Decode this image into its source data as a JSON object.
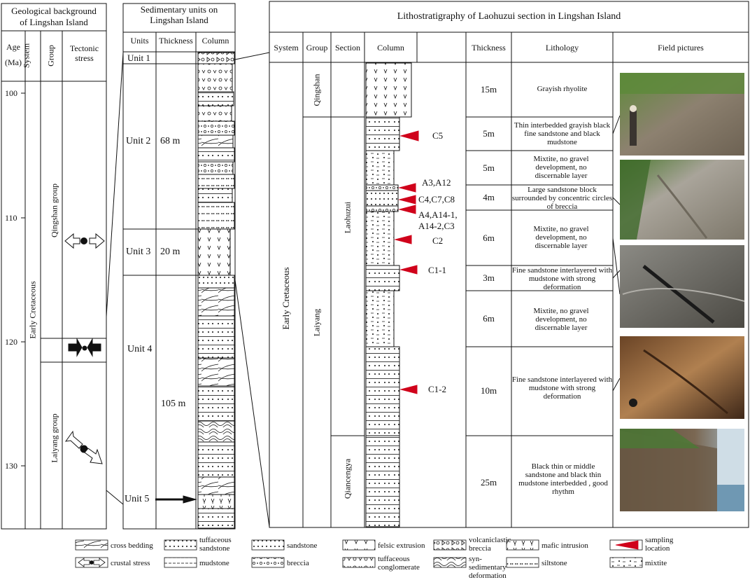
{
  "panel1": {
    "title_line1": "Geological background",
    "title_line2": "of Lingshan Island",
    "header": {
      "age": "Age",
      "age_unit": "(Ma)",
      "system": "System",
      "group": "Group",
      "stress": "Tectonic stress"
    },
    "ticks": [
      "100",
      "110",
      "120",
      "130"
    ],
    "system_label": "Early Cretaceous",
    "groups": [
      "Qingshan group",
      "Laiyang group"
    ]
  },
  "panel2": {
    "title_line1": "Sedimentary units on",
    "title_line2": "Lingshan Island",
    "header": {
      "units": "Units",
      "thickness": "Thickness",
      "column": "Column"
    },
    "units": [
      {
        "name": "Unit 1",
        "thickness": ""
      },
      {
        "name": "Unit 2",
        "thickness": "68 m"
      },
      {
        "name": "Unit 3",
        "thickness": "20 m"
      },
      {
        "name": "Unit 4",
        "thickness": "105 m"
      },
      {
        "name": "Unit 5",
        "thickness": ""
      }
    ]
  },
  "panel3": {
    "title": "Lithostratigraphy of Laohuzui section in Lingshan Island",
    "header": {
      "system": "System",
      "group": "Group",
      "section": "Section",
      "column": "Column",
      "thickness": "Thickness",
      "lithology": "Lithology",
      "photos": "Field pictures"
    },
    "system_label": "Early Cretaceous",
    "groups": [
      "Qingshan",
      "Laiyang"
    ],
    "sections": [
      "Laohuzui",
      "Qiancengya"
    ],
    "samples": [
      "C5",
      "A3,A12",
      "C4,C7,C8",
      "A4,A14-1,",
      "A14-2,C3",
      "C2",
      "C1-1",
      "C1-2"
    ],
    "layers": [
      {
        "thickness": "15m",
        "lithology": "Grayish rhyolite"
      },
      {
        "thickness": "5m",
        "lithology": "Thin interbedded grayish black fine sandstone and black mudstone"
      },
      {
        "thickness": "5m",
        "lithology": "Mixtite, no gravel development, no discernable layer"
      },
      {
        "thickness": "4m",
        "lithology": "Large sandstone block surrounded by concentric circles of breccia"
      },
      {
        "thickness": "6m",
        "lithology": "Mixtite, no gravel development, no discernable layer"
      },
      {
        "thickness": "3m",
        "lithology": "Fine sandstone interlayered with mudstone with strong deformation"
      },
      {
        "thickness": "6m",
        "lithology": "Mixtite, no gravel development, no discernable layer"
      },
      {
        "thickness": "10m",
        "lithology": "Fine sandstone interlayered with mudstone with strong deformation"
      },
      {
        "thickness": "25m",
        "lithology": "Black thin or middle sandstone and black thin mudstone interbedded , good rhythm"
      }
    ]
  },
  "legend": {
    "row1": [
      "cross bedding",
      "tuffaceous sandstone",
      "sandstone",
      "felsic extrusion",
      "volcaniclastic breccia",
      "mafic intrusion",
      "sampling location"
    ],
    "row2": [
      "crustal stress",
      "mudstone",
      "breccia",
      "tuffaceous conglomerate",
      "syn-sedimentary deformation",
      "siltstone",
      "mixtite"
    ]
  },
  "colors": {
    "arrow_red": "#d0021b",
    "stroke": "#111111",
    "rock": "#8a7f6e",
    "vegetation": "#4f7a32"
  }
}
